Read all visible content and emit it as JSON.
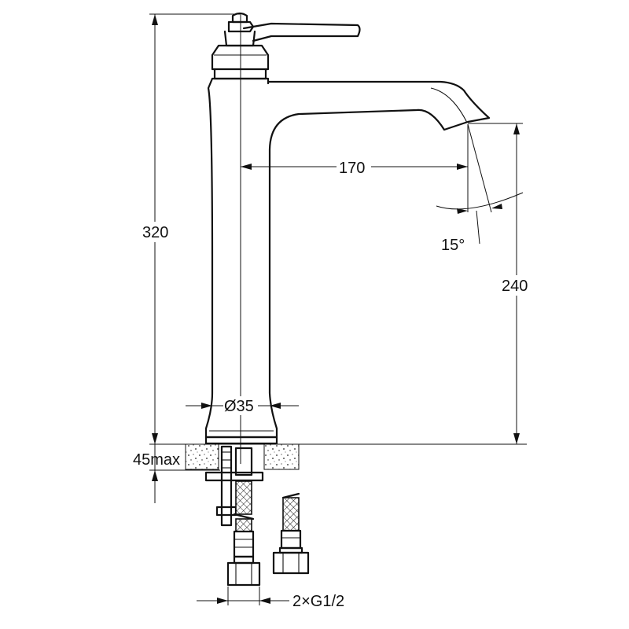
{
  "dimensions": {
    "height_total": "320",
    "reach": "170",
    "spout_height": "240",
    "spray_angle": "15°",
    "base_diameter": "Ø35",
    "deck_thickness": "45max",
    "connections": "2×G1/2"
  },
  "icons": {
    "tap_body": "faucet-body-icon",
    "lever": "lever-handle-icon",
    "hose": "braided-hose-icon",
    "nut": "hex-nut-icon"
  }
}
